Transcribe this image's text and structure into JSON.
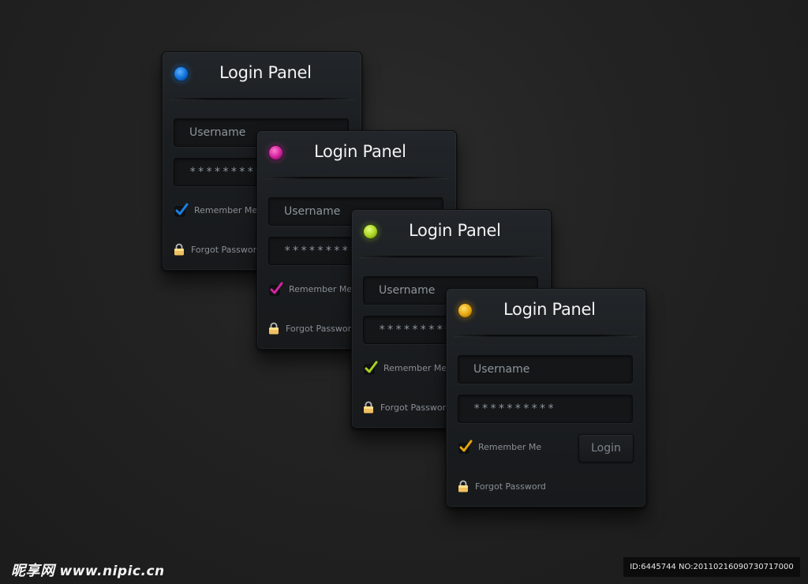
{
  "panels": [
    {
      "title": "Login Panel",
      "accent": "#1a7fe6",
      "username_placeholder": "Username",
      "password_value": "**********",
      "remember_label": "Remember Me",
      "forgot_label": "Forgot Password"
    },
    {
      "title": "Login Panel",
      "accent": "#d6249f",
      "username_placeholder": "Username",
      "password_value": "**********",
      "remember_label": "Remember Me",
      "forgot_label": "Forgot Password"
    },
    {
      "title": "Login Panel",
      "accent": "#a8d320",
      "username_placeholder": "Username",
      "password_value": "**********",
      "remember_label": "Remember Me",
      "forgot_label": "Forgot Password"
    },
    {
      "title": "Login Panel",
      "accent": "#e6a40c",
      "username_placeholder": "Username",
      "password_value": "**********",
      "remember_label": "Remember Me",
      "login_label": "Login",
      "forgot_label": "Forgot Password"
    }
  ],
  "watermark": {
    "logo_text": "昵享网",
    "url": "www.nipic.cn",
    "id_text": "ID:6445744 NO:20110216090730717000"
  }
}
